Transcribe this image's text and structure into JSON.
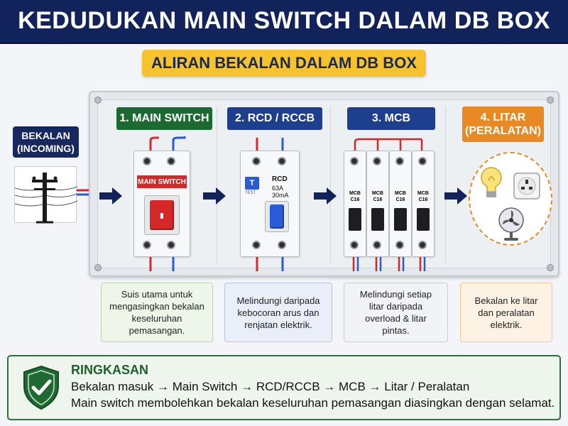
{
  "title": "KEDUDUKAN MAIN SWITCH DALAM DB BOX",
  "subtitle": "ALIRAN BEKALAN DALAM DB BOX",
  "incoming": {
    "line1": "BEKALAN",
    "line2": "(INCOMING)"
  },
  "steps": {
    "main_switch": {
      "label": "1. MAIN SWITCH",
      "device_text": "MAIN SWITCH",
      "desc": "Suis utama untuk mengasingkan bekalan keseluruhan pemasangan."
    },
    "rcd": {
      "label": "2. RCD / RCCB",
      "test_button": "T",
      "test_sub": "TEST",
      "device_name": "RCD",
      "rating1": "63A",
      "rating2": "30mA",
      "desc": "Melindungi daripada kebocoran arus dan renjatan elektrik."
    },
    "mcb": {
      "label": "3. MCB",
      "device_name": "MCB",
      "rating": "C16",
      "desc": "Melindungi setiap litar daripada overload & litar pintas."
    },
    "litar": {
      "label_line1": "4. LITAR",
      "label_line2": "(PERALATAN)",
      "desc": "Bekalan ke litar dan peralatan elektrik."
    }
  },
  "summary": {
    "title": "RINGKASAN",
    "flow_1": "Bekalan masuk",
    "flow_2": "Main Switch",
    "flow_3": "RCD/RCCB",
    "flow_4": "MCB",
    "flow_5": "Litar / Peralatan",
    "arrow": "→",
    "line2": "Main switch membolehkan bekalan keseluruhan pemasangan diasingkan dengan selamat."
  },
  "colors": {
    "navy": "#12235c",
    "yellow": "#f6c32f",
    "green": "#1b6a31",
    "blue": "#1d3f8e",
    "orange": "#e88a23",
    "red": "#d62828",
    "breaker_blue": "#2a5bd7"
  },
  "icons": [
    "utility-pole-icon",
    "arrow-right-icon",
    "light-bulb-icon",
    "power-socket-icon",
    "fan-icon",
    "shield-check-icon"
  ]
}
